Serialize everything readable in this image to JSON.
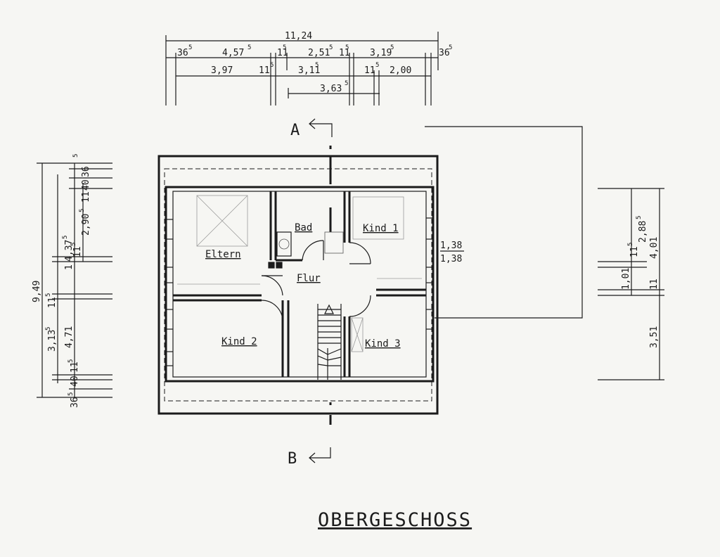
{
  "title": "OBERGESCHOSS",
  "sections": {
    "a": "A",
    "b": "B"
  },
  "rooms": {
    "eltern": "Eltern",
    "bad": "Bad",
    "kind1": "Kind 1",
    "flur": "Flur",
    "kind2": "Kind 2",
    "kind3": "Kind 3"
  },
  "annotation": {
    "top": "1,38",
    "bottom": "1,38"
  },
  "dims_top": {
    "total": "11,24",
    "r1": [
      "36",
      "4,57",
      "11",
      "2,51",
      "11",
      "3,19",
      "36"
    ],
    "r1_sup": [
      "5",
      "5",
      "5",
      "5",
      "5",
      "5",
      "5"
    ],
    "r2": [
      "3,97",
      "11",
      "3,11",
      "11",
      "2,00"
    ],
    "r2_sup": [
      "5",
      "5",
      "5"
    ],
    "r3": "3,63",
    "r3_sup": "5"
  },
  "dims_left": {
    "total": "9,49",
    "d1": "3,13",
    "d2": "4,71",
    "d3": "11",
    "d4": "4,37",
    "d5": "1",
    "d6": "11",
    "d7": "2,90",
    "d8": "11",
    "d9": "40",
    "d10": "36",
    "d11": "40",
    "d12": "11",
    "d13": "36",
    "d14": "5",
    "sup": "5"
  },
  "dims_right": {
    "a": "4,01",
    "b": "2,88",
    "c": "11",
    "d": "1,01",
    "e": "11",
    "f": "3,51",
    "sup": "5"
  }
}
